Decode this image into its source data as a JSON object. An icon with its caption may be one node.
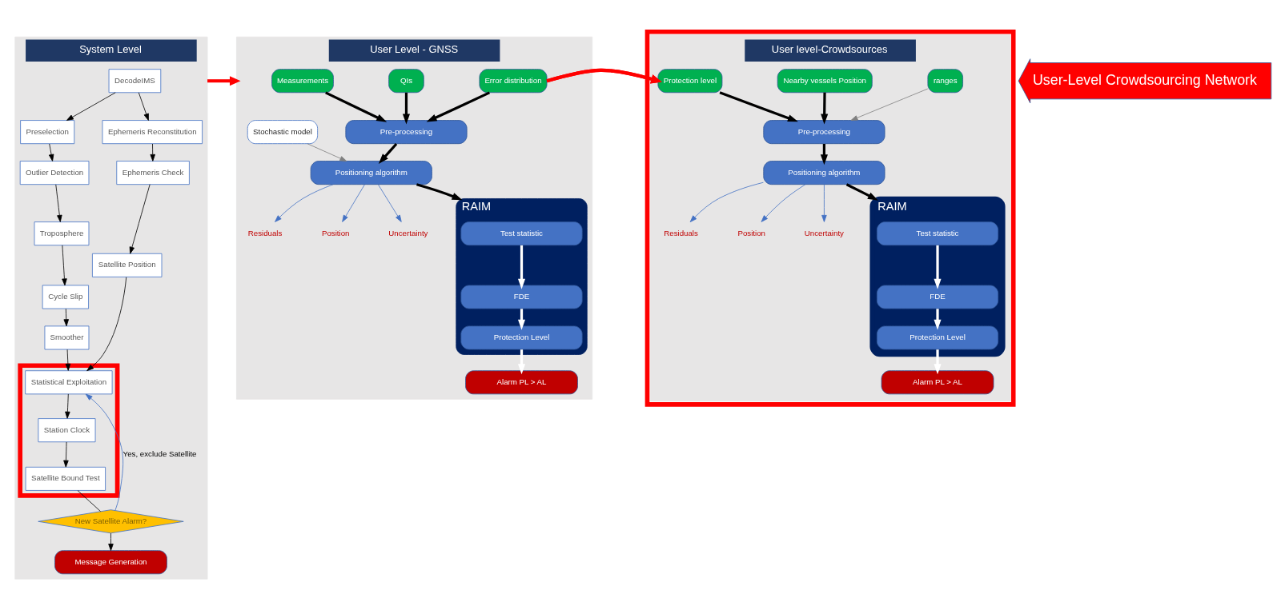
{
  "diagram": {
    "nodes": [
      {
        "text": [
          "System Level"
        ]
      },
      {
        "text": [
          "DecodeIMS"
        ],
        "in": 0
      },
      {
        "text": [
          "Preselection"
        ],
        "in": 0
      },
      {
        "text": [
          "Ephemeris Reconstitution"
        ],
        "in": 0
      },
      {
        "text": [
          "Outlier Detection"
        ],
        "in": 0
      },
      {
        "text": [
          "Ephemeris Check"
        ],
        "in": 0
      },
      {
        "text": [
          "Troposphere"
        ],
        "in": 0
      },
      {
        "text": [
          "Satellite Position"
        ],
        "in": 0
      },
      {
        "text": [
          "Cycle Slip"
        ],
        "in": 0
      },
      {
        "text": [
          "Smoother"
        ],
        "in": 0
      },
      {
        "text": [],
        "shape": "box",
        "in": 0
      },
      {
        "text": [
          "Statistical Exploitation"
        ],
        "in": 10
      },
      {
        "text": [
          "Station Clock"
        ],
        "in": 10
      },
      {
        "text": [
          "Satellite Bound Test"
        ],
        "in": 10
      },
      {
        "text": [
          "New Satellite Alarm?"
        ],
        "in": 0
      },
      {
        "text": [
          "Message Generation"
        ],
        "in": 0
      },
      {
        "text": [
          "User Level - GNSS"
        ]
      },
      {
        "text": [
          "Measurements"
        ],
        "in": 16
      },
      {
        "text": [
          "QIs"
        ],
        "in": 16
      },
      {
        "text": [
          "Error distribution"
        ],
        "in": 16
      },
      {
        "text": [
          "Stochastic model"
        ],
        "in": 16
      },
      {
        "text": [
          "Pre-processing"
        ],
        "in": 16
      },
      {
        "text": [
          "Positioning algorithm"
        ],
        "in": 16
      },
      {
        "text": [
          "Residuals"
        ],
        "in": 16
      },
      {
        "text": [
          "Position"
        ],
        "in": 16
      },
      {
        "text": [
          "Uncertainty"
        ],
        "in": 16
      },
      {
        "text": [
          "RAIM"
        ],
        "in": 16
      },
      {
        "text": [
          "Test statistic"
        ],
        "in": 26
      },
      {
        "text": [
          "FDE"
        ],
        "in": 26
      },
      {
        "text": [
          "Protection Level"
        ],
        "in": 26
      },
      {
        "text": [
          "Alarm PL > AL"
        ],
        "in": 16
      },
      {
        "text": [],
        "shape": "box"
      },
      {
        "text": [
          "User level-Crowdsources"
        ],
        "in": 31
      },
      {
        "text": [
          "Protection level"
        ],
        "in": 32
      },
      {
        "text": [
          "Nearby vessels Position"
        ],
        "in": 32
      },
      {
        "text": [
          "ranges"
        ],
        "in": 32
      },
      {
        "text": [
          "Pre-processing"
        ],
        "in": 32
      },
      {
        "text": [
          "Positioning algorithm"
        ],
        "in": 32
      },
      {
        "text": [
          "Residuals"
        ],
        "in": 32
      },
      {
        "text": [
          "Position"
        ],
        "in": 32
      },
      {
        "text": [
          "Uncertainty"
        ],
        "in": 32
      },
      {
        "text": [
          "RAIM"
        ],
        "in": 32
      },
      {
        "text": [
          "Test statistic"
        ],
        "in": 41
      },
      {
        "text": [
          "FDE"
        ],
        "in": 41
      },
      {
        "text": [
          "Protection Level"
        ],
        "in": 41
      },
      {
        "text": [
          "Alarm PL > AL"
        ],
        "in": 32
      },
      {
        "text": [
          "User-Level Crowdsourcing Network"
        ]
      }
    ],
    "edges": [
      {
        "from": 1,
        "to": 2,
        "arrow": "to"
      },
      {
        "from": 1,
        "to": 3,
        "arrow": "to"
      },
      {
        "from": 2,
        "to": 4,
        "arrow": "to"
      },
      {
        "from": 4,
        "to": 6,
        "arrow": "to"
      },
      {
        "from": 6,
        "to": 8,
        "arrow": "to"
      },
      {
        "from": 8,
        "to": 9,
        "arrow": "to"
      },
      {
        "from": 3,
        "to": 5,
        "arrow": "to"
      },
      {
        "from": 5,
        "to": 7,
        "arrow": "to"
      },
      {
        "from": 9,
        "to": 11,
        "arrow": "to"
      },
      {
        "from": 7,
        "to": 11,
        "arrow": "to"
      },
      {
        "from": 11,
        "to": 12,
        "arrow": "to"
      },
      {
        "from": 12,
        "to": 13,
        "arrow": "to"
      },
      {
        "from": 13,
        "to": 14,
        "arrow": "none"
      },
      {
        "from": 14,
        "to": 11,
        "arrow": "to",
        "label": "Yes, exclude Satellite",
        "color": "#4472c4"
      },
      {
        "from": 14,
        "to": 15,
        "arrow": "to"
      },
      {
        "from": 0,
        "to": 16,
        "arrow": "to",
        "style": "thick",
        "color": "#ff0000"
      },
      {
        "from": 16,
        "to": 32,
        "arrow": "to",
        "style": "thick",
        "color": "#ff0000"
      },
      {
        "from": 17,
        "to": 21,
        "arrow": "to",
        "style": "thick"
      },
      {
        "from": 18,
        "to": 21,
        "arrow": "to",
        "style": "thick"
      },
      {
        "from": 19,
        "to": 21,
        "arrow": "to",
        "style": "thick"
      },
      {
        "from": 20,
        "to": 22,
        "arrow": "to",
        "color": "#808080"
      },
      {
        "from": 21,
        "to": 22,
        "arrow": "to",
        "style": "thick"
      },
      {
        "from": 22,
        "to": 23,
        "arrow": "to",
        "color": "#4472c4"
      },
      {
        "from": 22,
        "to": 24,
        "arrow": "to",
        "color": "#4472c4"
      },
      {
        "from": 22,
        "to": 25,
        "arrow": "to",
        "color": "#4472c4"
      },
      {
        "from": 22,
        "to": 26,
        "arrow": "to",
        "style": "thick"
      },
      {
        "from": 27,
        "to": 28,
        "arrow": "to",
        "style": "thick",
        "color": "#ffffff"
      },
      {
        "from": 28,
        "to": 29,
        "arrow": "to",
        "style": "thick",
        "color": "#ffffff"
      },
      {
        "from": 29,
        "to": 30,
        "arrow": "to",
        "style": "thick",
        "color": "#ffffff"
      },
      {
        "from": 33,
        "to": 36,
        "arrow": "to",
        "style": "thick"
      },
      {
        "from": 34,
        "to": 36,
        "arrow": "to",
        "style": "thick"
      },
      {
        "from": 35,
        "to": 36,
        "arrow": "to",
        "color": "#808080"
      },
      {
        "from": 36,
        "to": 37,
        "arrow": "to",
        "style": "thick"
      },
      {
        "from": 37,
        "to": 38,
        "arrow": "to",
        "color": "#4472c4"
      },
      {
        "from": 37,
        "to": 39,
        "arrow": "to",
        "color": "#4472c4"
      },
      {
        "from": 37,
        "to": 40,
        "arrow": "to",
        "color": "#4472c4"
      },
      {
        "from": 37,
        "to": 41,
        "arrow": "to",
        "style": "thick"
      },
      {
        "from": 42,
        "to": 43,
        "arrow": "to",
        "style": "thick",
        "color": "#ffffff"
      },
      {
        "from": 43,
        "to": 44,
        "arrow": "to",
        "style": "thick",
        "color": "#ffffff"
      },
      {
        "from": 44,
        "to": 45,
        "arrow": "to",
        "style": "thick",
        "color": "#ffffff"
      }
    ]
  }
}
